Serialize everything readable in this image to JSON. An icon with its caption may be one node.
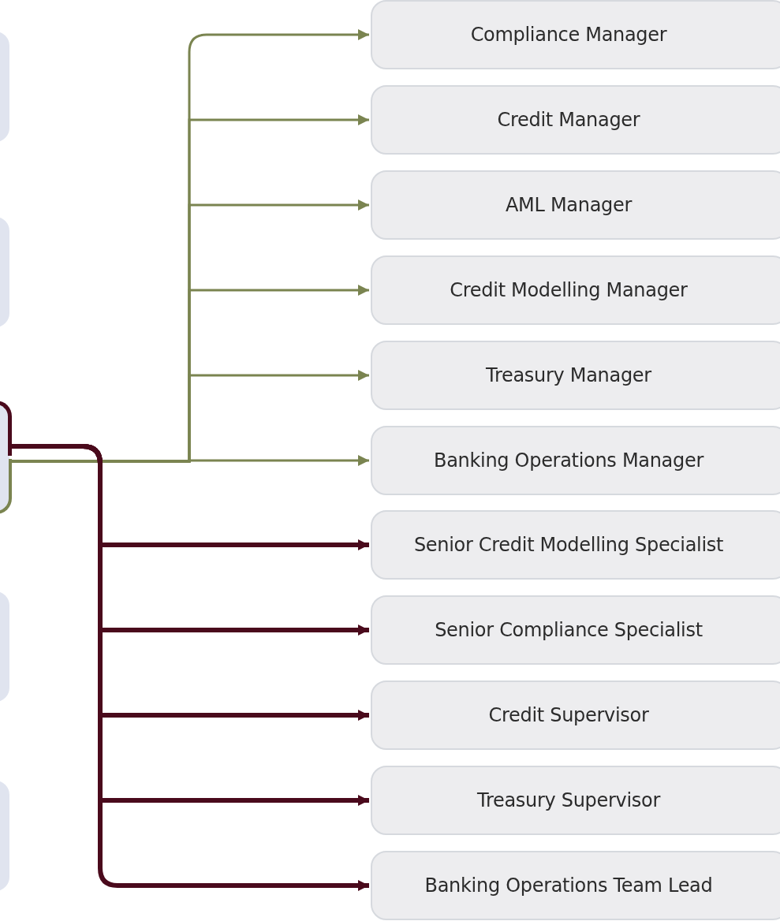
{
  "diagram": {
    "nodes": [
      {
        "text": [],
        "shape": "box"
      },
      {
        "text": [],
        "shape": "box"
      },
      {
        "text": [],
        "shape": "box"
      },
      {
        "text": [],
        "shape": "box"
      },
      {
        "text": [],
        "shape": "box"
      },
      {
        "text": [
          "Compliance Manager"
        ]
      },
      {
        "text": [
          "Credit Manager"
        ]
      },
      {
        "text": [
          "AML Manager"
        ]
      },
      {
        "text": [
          "Credit Modelling Manager"
        ]
      },
      {
        "text": [
          "Treasury Manager"
        ]
      },
      {
        "text": [
          "Banking Operations Manager"
        ]
      },
      {
        "text": [
          "Senior Credit Modelling Specialist"
        ]
      },
      {
        "text": [
          "Senior Compliance Specialist"
        ]
      },
      {
        "text": [
          "Credit Supervisor"
        ]
      },
      {
        "text": [
          "Treasury Supervisor"
        ]
      },
      {
        "text": [
          "Banking Operations Team Lead"
        ]
      }
    ],
    "edges": [
      {
        "from": 2,
        "to": 5,
        "arrow": "to"
      },
      {
        "from": 2,
        "to": 6,
        "arrow": "to"
      },
      {
        "from": 2,
        "to": 7,
        "arrow": "to"
      },
      {
        "from": 2,
        "to": 8,
        "arrow": "to"
      },
      {
        "from": 2,
        "to": 9,
        "arrow": "to"
      },
      {
        "from": 2,
        "to": 10,
        "arrow": "to"
      },
      {
        "from": 2,
        "to": 11,
        "arrow": "to",
        "style": "thick",
        "color": "#4a0a1c"
      },
      {
        "from": 2,
        "to": 12,
        "arrow": "to",
        "style": "thick",
        "color": "#4a0a1c"
      },
      {
        "from": 2,
        "to": 13,
        "arrow": "to",
        "style": "thick",
        "color": "#4a0a1c"
      },
      {
        "from": 2,
        "to": 14,
        "arrow": "to",
        "style": "thick",
        "color": "#4a0a1c"
      },
      {
        "from": 2,
        "to": 15,
        "arrow": "to",
        "style": "thick",
        "color": "#4a0a1c"
      }
    ]
  }
}
